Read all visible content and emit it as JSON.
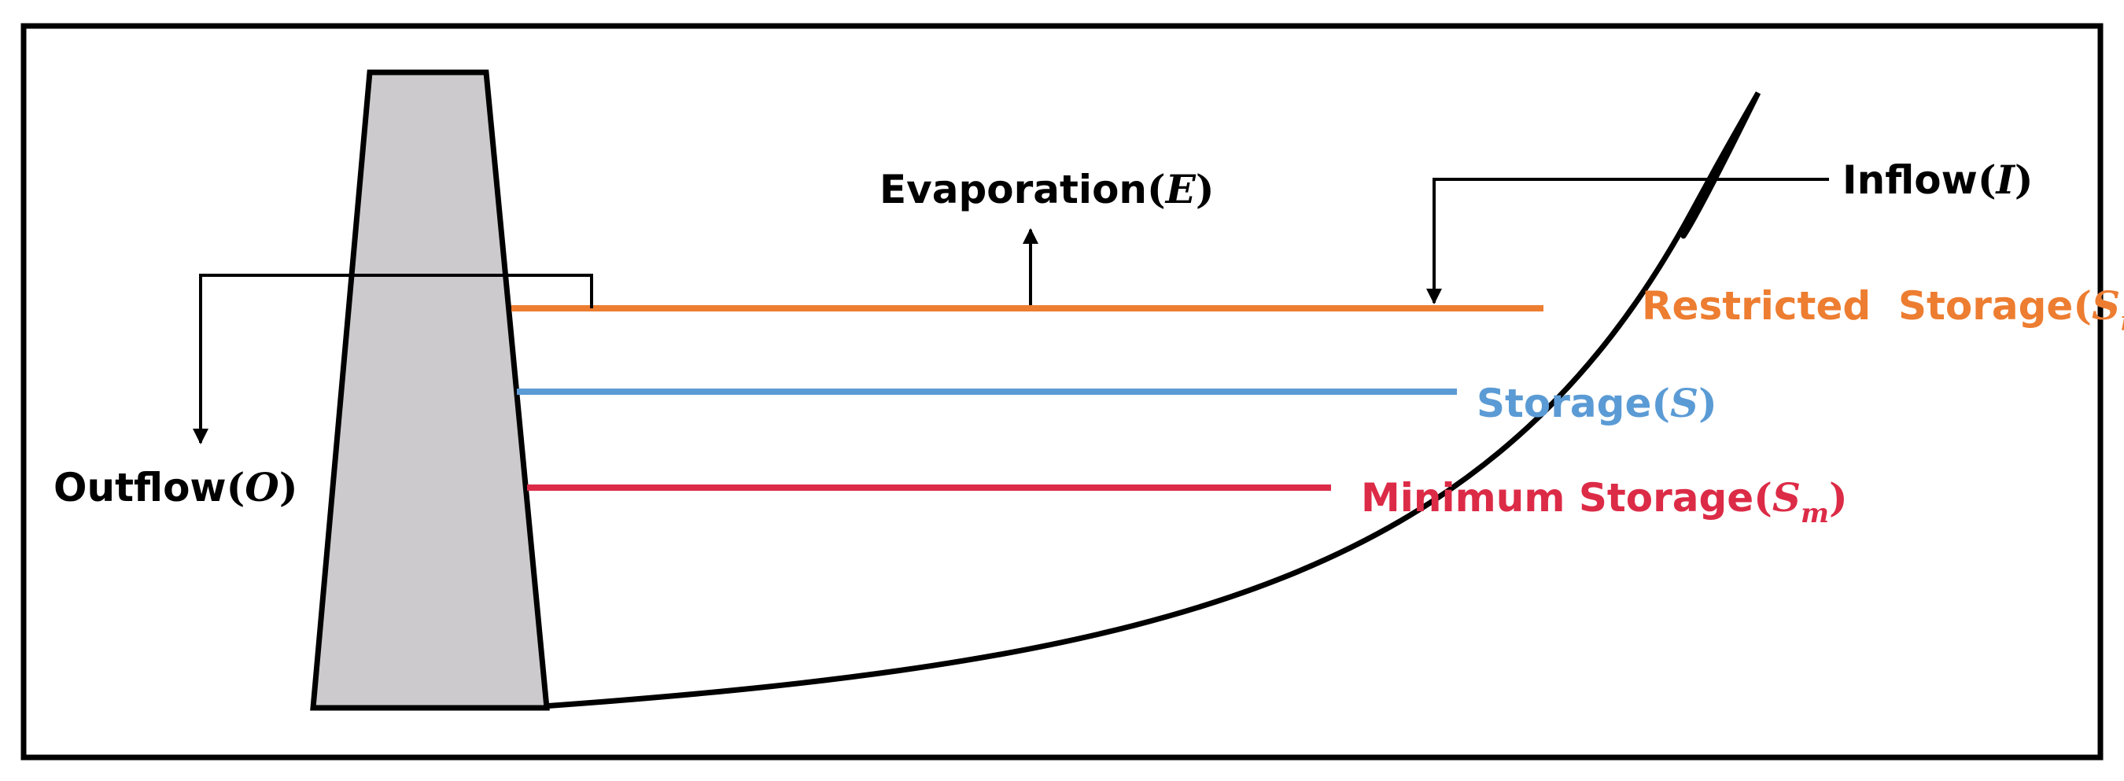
{
  "labels": {
    "evaporation": {
      "word": "Evaporation",
      "open": "(",
      "symbol": "E",
      "close": ")"
    },
    "inflow": {
      "word": "Inflow",
      "open": "(",
      "symbol": "I",
      "close": ")"
    },
    "outflow": {
      "word": "Outflow",
      "open": "(",
      "symbol": "O",
      "close": ")"
    },
    "restricted_storage": {
      "word": "Restricted  Storage",
      "open": "(",
      "symbol": "S",
      "subscript": "r",
      "close": ")"
    },
    "storage": {
      "word": "Storage",
      "open": "(",
      "symbol": "S",
      "close": ")"
    },
    "minimum_storage": {
      "word": "Minimum Storage",
      "open": "(",
      "symbol": "S",
      "subscript": "m",
      "close": ")"
    }
  },
  "colors": {
    "restricted_storage": "#ED7D31",
    "storage": "#5B9BD5",
    "minimum_storage": "#DC2B46",
    "dam_fill": "#CCCACC",
    "stroke": "#000000"
  }
}
